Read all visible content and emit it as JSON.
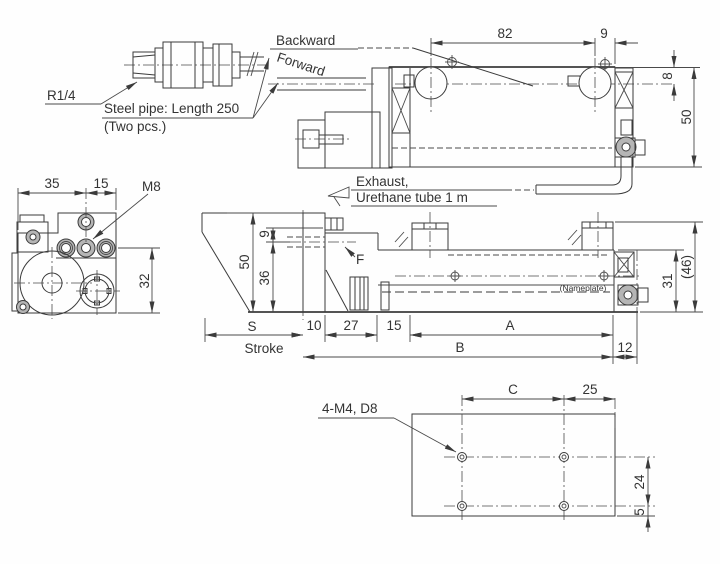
{
  "drawing": {
    "fitting": {
      "thread": "R1/4",
      "pipe": "Steel pipe: Length 250",
      "qty": "(Two pcs.)",
      "backward": "Backward",
      "forward": "Forward"
    },
    "top_view": {
      "d82": "82",
      "d9": "9",
      "d8": "8",
      "d50": "50"
    },
    "end_view": {
      "d35": "35",
      "d15": "15",
      "m8": "M8",
      "d32": "32"
    },
    "exhaust": {
      "l1": "Exhaust,",
      "l2": "Urethane tube 1 m"
    },
    "front_view": {
      "d9": "9",
      "d50": "50",
      "d36": "36",
      "f": "F",
      "s": "S",
      "stroke": "Stroke",
      "d10": "10",
      "d27": "27",
      "d15": "15",
      "a": "A",
      "b": "B",
      "d12": "12",
      "d31": "31",
      "d46": "(46)",
      "nameplate": "(Nameplate)"
    },
    "plate_view": {
      "c": "C",
      "d25": "25",
      "holes": "4-M4, D8",
      "d24": "24",
      "d5": "5"
    }
  },
  "colors": {
    "line": "#3b3b3b",
    "gray_fill": "#b5b5b5",
    "background": "#ffffff"
  }
}
